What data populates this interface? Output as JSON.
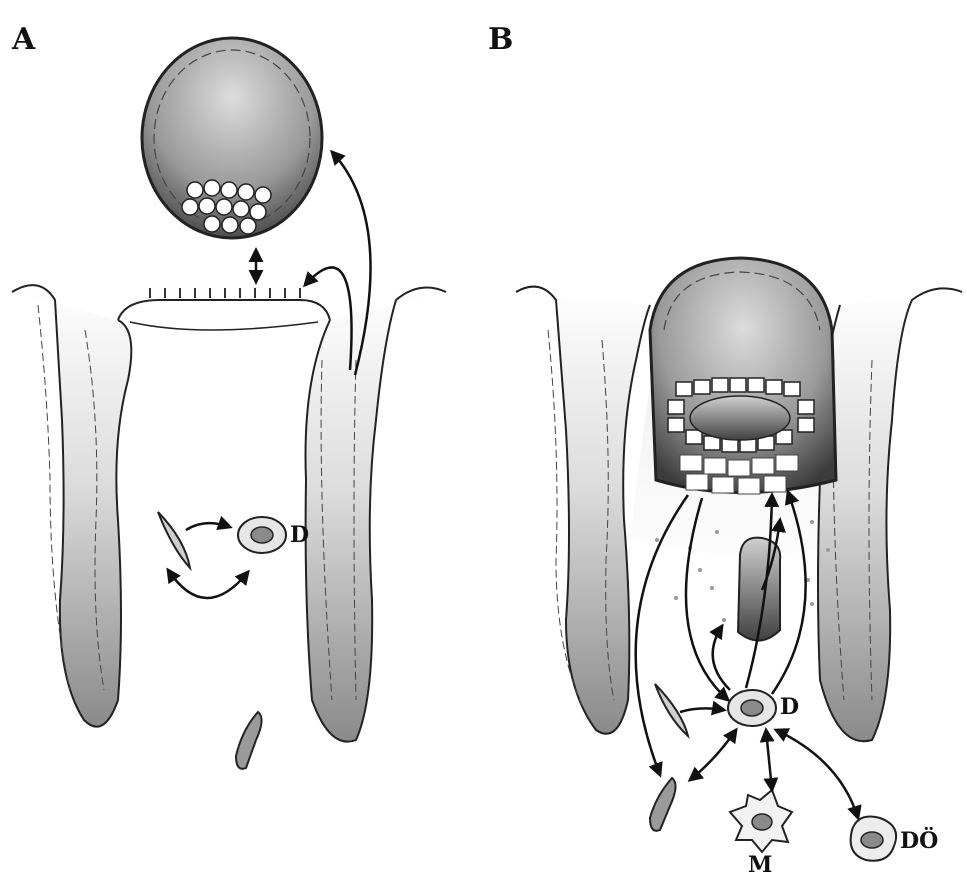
{
  "panels": [
    {
      "id": "A",
      "label": "A"
    },
    {
      "id": "B",
      "label": "B"
    }
  ],
  "cell_labels": {
    "a_decidual": "D",
    "b_decidual": "D",
    "b_macrophage": "M",
    "b_dendritic": "DÖ"
  },
  "colors": {
    "outline": "#222222",
    "shade_dark": "#5a5a5a",
    "shade_light": "#f4f4f4",
    "background": "#ffffff"
  }
}
